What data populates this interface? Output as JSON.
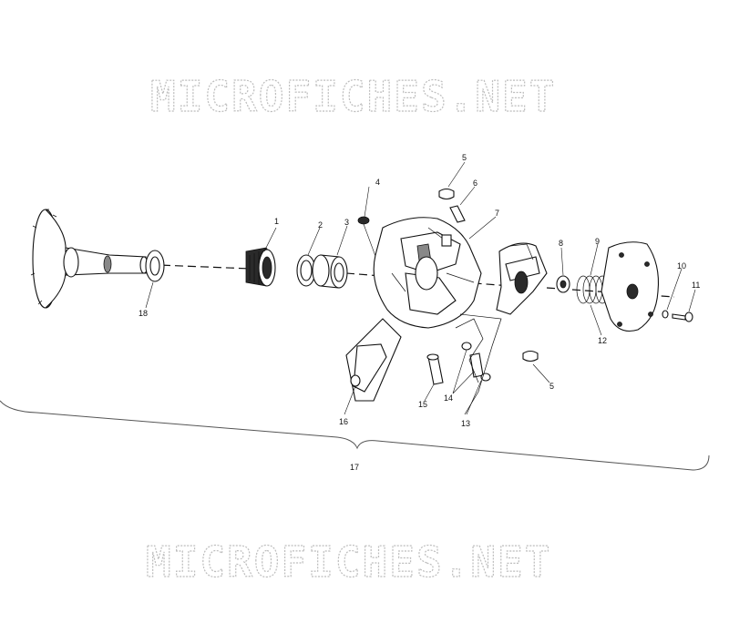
{
  "watermark": {
    "top": "MICROFICHES.NET",
    "bottom": "MICROFICHES.NET"
  },
  "callouts": [
    {
      "id": "c1",
      "text": "1"
    },
    {
      "id": "c2",
      "text": "2"
    },
    {
      "id": "c3",
      "text": "3"
    },
    {
      "id": "c4",
      "text": "4"
    },
    {
      "id": "c5a",
      "text": "5"
    },
    {
      "id": "c5b",
      "text": "5"
    },
    {
      "id": "c6",
      "text": "6"
    },
    {
      "id": "c7",
      "text": "7"
    },
    {
      "id": "c8",
      "text": "8"
    },
    {
      "id": "c9",
      "text": "9"
    },
    {
      "id": "c10",
      "text": "10"
    },
    {
      "id": "c11",
      "text": "11"
    },
    {
      "id": "c12",
      "text": "12"
    },
    {
      "id": "c13",
      "text": "13"
    },
    {
      "id": "c14",
      "text": "14"
    },
    {
      "id": "c15",
      "text": "15"
    },
    {
      "id": "c16",
      "text": "16"
    },
    {
      "id": "c17",
      "text": "17"
    },
    {
      "id": "c18",
      "text": "18"
    }
  ]
}
